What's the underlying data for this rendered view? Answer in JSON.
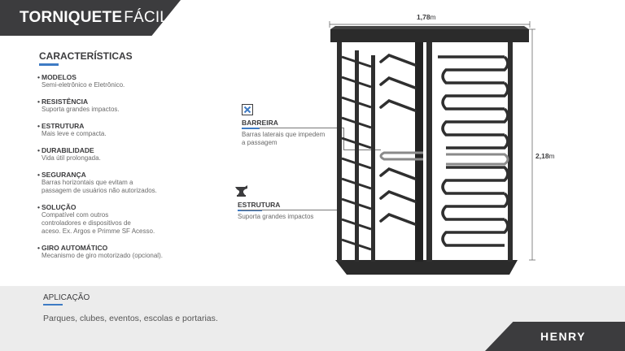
{
  "header": {
    "title_bold": "TORNIQUETE",
    "title_light": "FÁCIL"
  },
  "features": {
    "heading": "CARACTERÍSTICAS",
    "items": [
      {
        "title": "MODELOS",
        "desc": [
          "Semi-eletrônico e Eletrônico."
        ]
      },
      {
        "title": "RESISTÊNCIA",
        "desc": [
          "Suporta grandes impactos."
        ]
      },
      {
        "title": "ESTRUTURA",
        "desc": [
          "Mais leve e compacta."
        ]
      },
      {
        "title": "DURABILIDADE",
        "desc": [
          "Vida útil prolongada."
        ]
      },
      {
        "title": "SEGURANÇA",
        "desc": [
          "Barras horizontais que evitam a",
          "passagem de usuários não autorizados."
        ]
      },
      {
        "title": "SOLUÇÃO",
        "desc": [
          "Compatível com outros",
          "controladores e dispositivos de",
          "aceso. Ex. Argos e Primme SF Acesso."
        ]
      },
      {
        "title": "GIRO AUTOMÁTICO",
        "desc": [
          "Mecanismo de giro motorizado (opcional)."
        ]
      }
    ]
  },
  "dimensions": {
    "width": {
      "value": "1,78",
      "unit": "m"
    },
    "height": {
      "value": "2,18",
      "unit": "m"
    }
  },
  "callouts": {
    "barrier": {
      "title": "BARREIRA",
      "desc": [
        "Barras laterais que impedem",
        "a passagem"
      ]
    },
    "structure": {
      "title": "ESTRUTURA",
      "desc": [
        "Suporta grandes impactos"
      ]
    }
  },
  "application": {
    "heading": "APLICAÇÃO",
    "text": "Parques, clubes, eventos, escolas e portarias."
  },
  "brand": {
    "logo": "HENRY"
  },
  "colors": {
    "accent": "#3e7bc4",
    "dark": "#3c3c3e",
    "band": "#ececec"
  }
}
